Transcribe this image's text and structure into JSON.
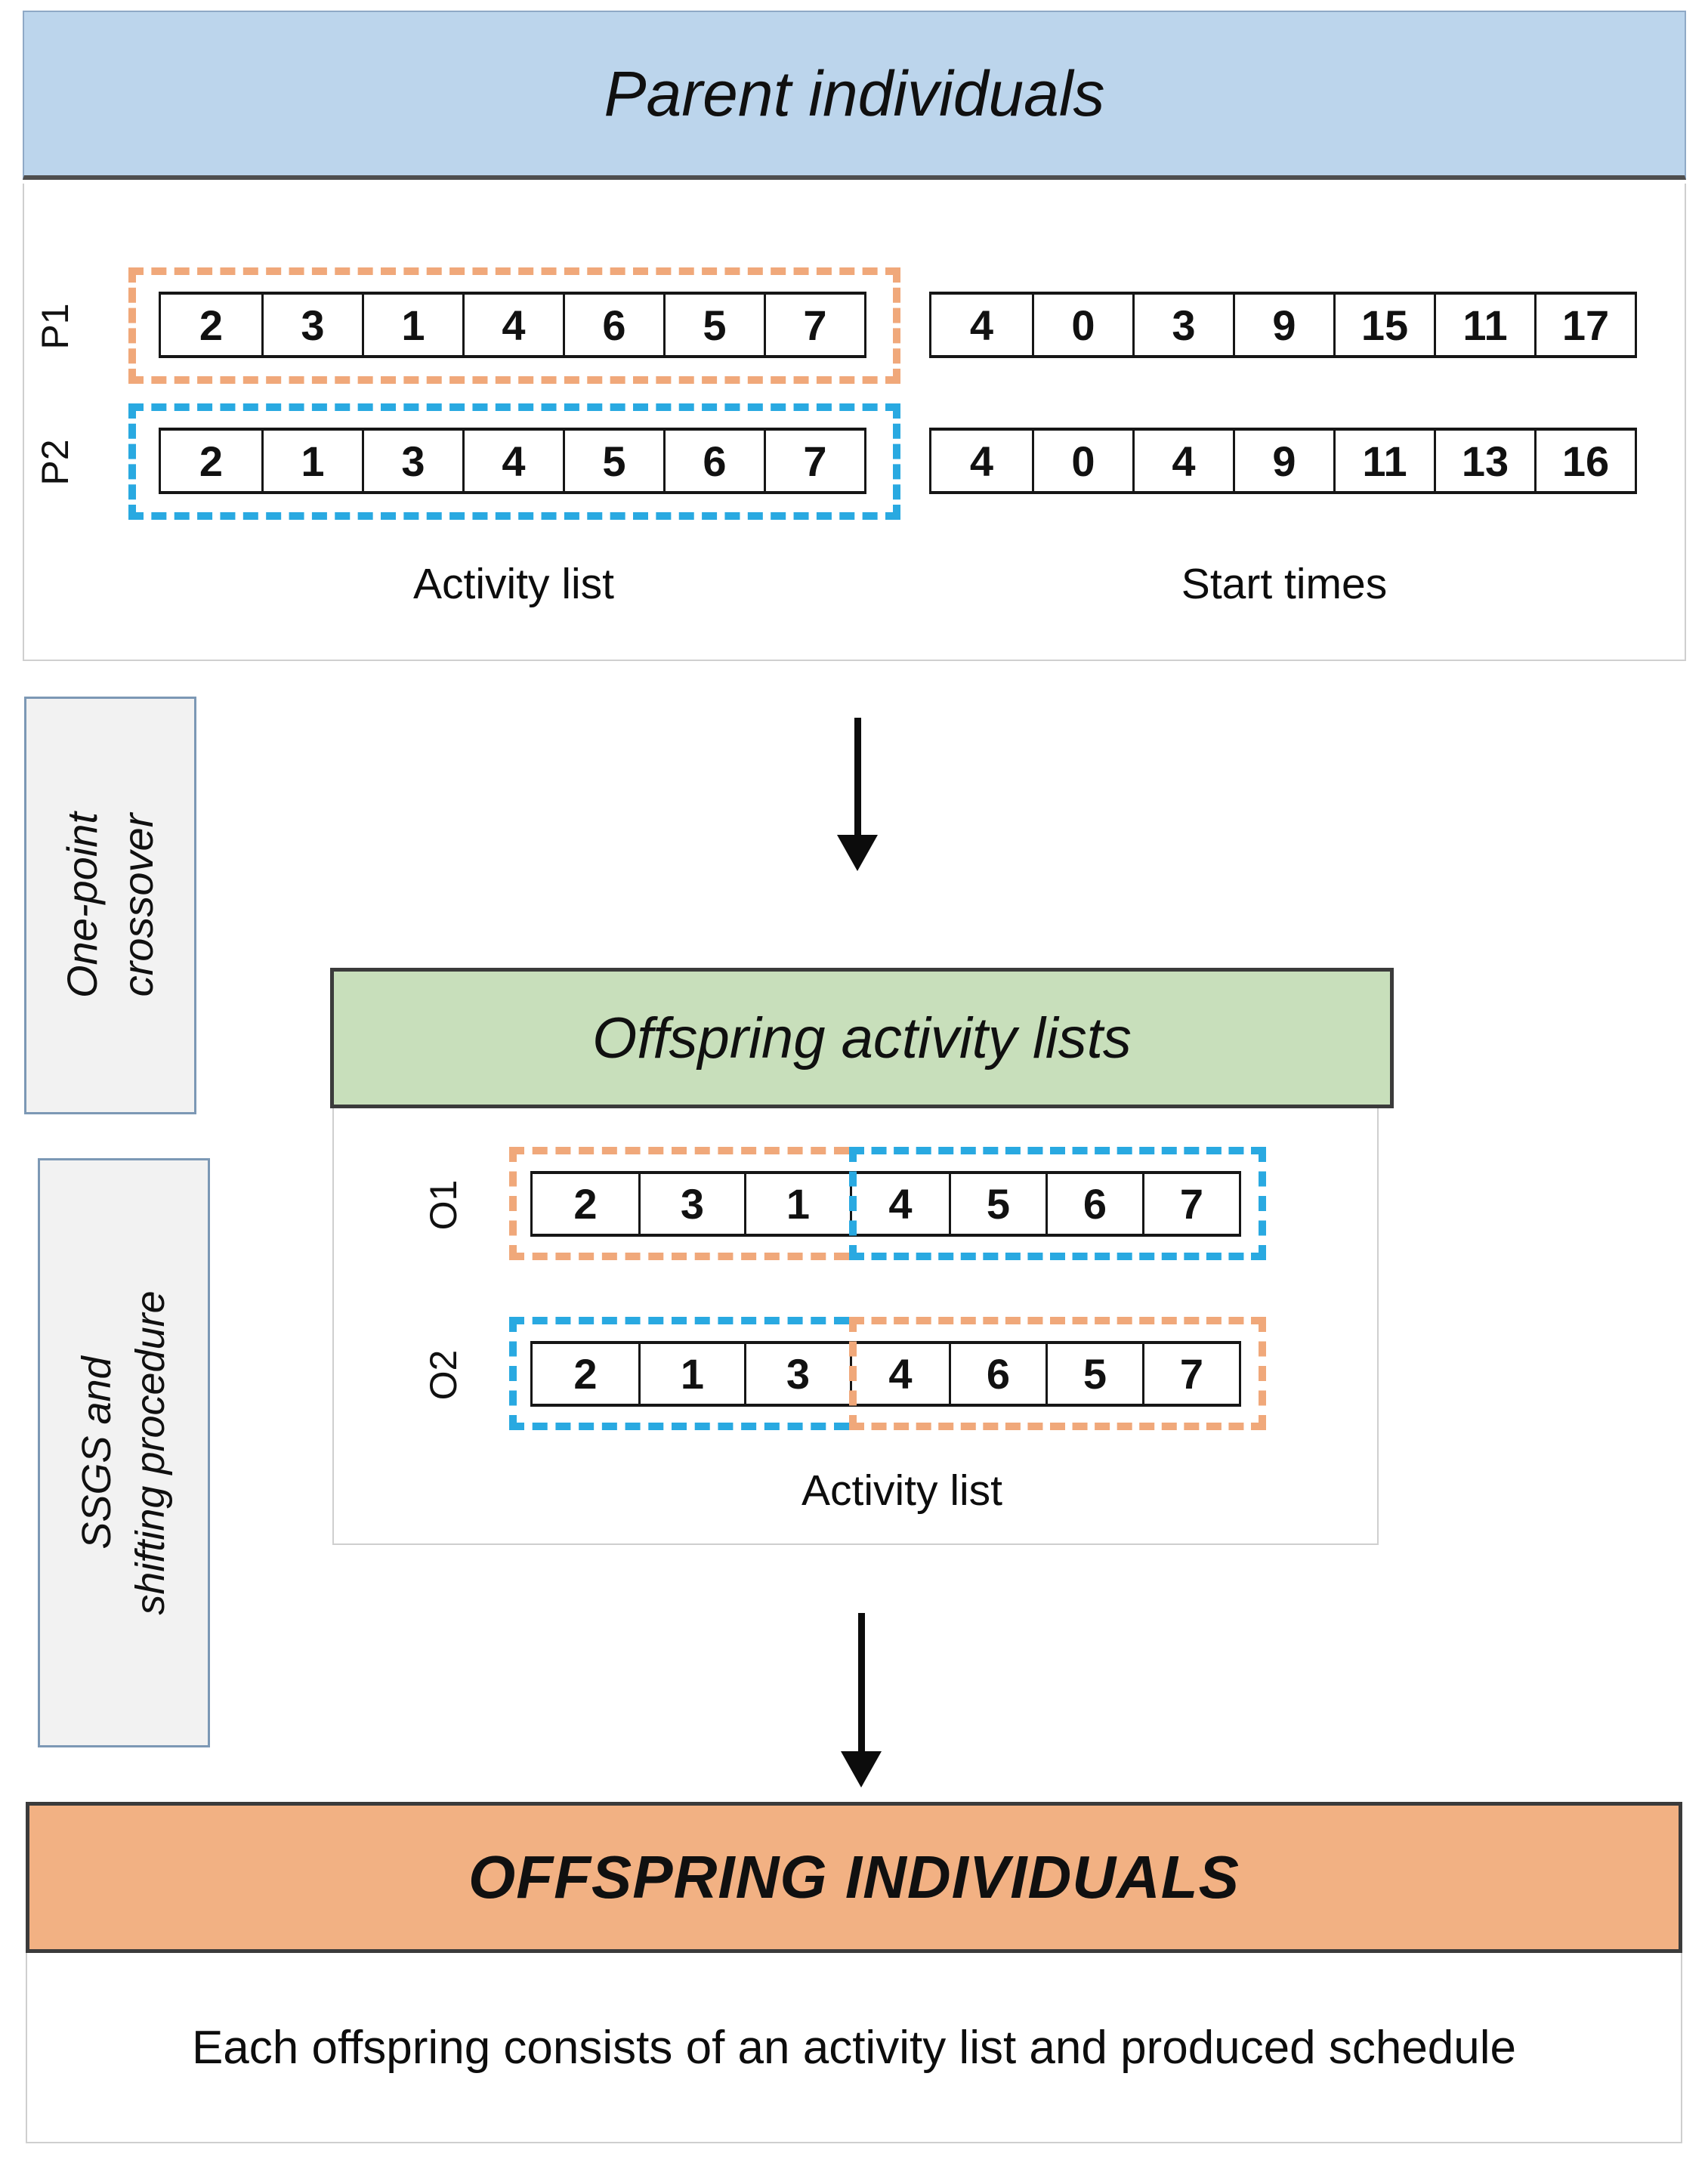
{
  "parent_section": {
    "title": "Parent individuals",
    "rows": [
      {
        "label": "P1",
        "activity_list": [
          "2",
          "3",
          "1",
          "4",
          "6",
          "5",
          "7"
        ],
        "start_times": [
          "4",
          "0",
          "3",
          "9",
          "15",
          "11",
          "17"
        ],
        "dash_color": "orange"
      },
      {
        "label": "P2",
        "activity_list": [
          "2",
          "1",
          "3",
          "4",
          "5",
          "6",
          "7"
        ],
        "start_times": [
          "4",
          "0",
          "4",
          "9",
          "11",
          "13",
          "16"
        ],
        "dash_color": "blue"
      }
    ],
    "activity_list_label": "Activity list",
    "start_times_label": "Start times"
  },
  "crossover_label": {
    "line1": "One-point",
    "line2": "crossover"
  },
  "offspring_section": {
    "title": "Offspring activity lists",
    "rows": [
      {
        "label": "O1",
        "left_segment": [
          "2",
          "3",
          "1"
        ],
        "right_segment": [
          "4",
          "5",
          "6",
          "7"
        ],
        "crossover_point": 3,
        "left_dash_color": "orange",
        "right_dash_color": "blue"
      },
      {
        "label": "O2",
        "left_segment": [
          "2",
          "1",
          "3"
        ],
        "right_segment": [
          "4",
          "6",
          "5",
          "7"
        ],
        "crossover_point": 3,
        "left_dash_color": "blue",
        "right_dash_color": "orange"
      }
    ],
    "activity_list_label": "Activity list"
  },
  "ssgs_label": {
    "line1": "SSGS and",
    "line2": "shifting procedure"
  },
  "final_section": {
    "title": "OFFSPRING INDIVIDUALS",
    "description": "Each offspring consists of an activity list and produced schedule"
  },
  "colors": {
    "parent_header_fill": "#bcd5ec",
    "offspring_header_fill": "#c8dfbb",
    "final_header_fill": "#f2b183",
    "orange_dash": "#f0a87a",
    "blue_dash": "#29a9e1",
    "side_box_fill": "#f2f2f2",
    "side_box_border": "#7c98b5"
  }
}
